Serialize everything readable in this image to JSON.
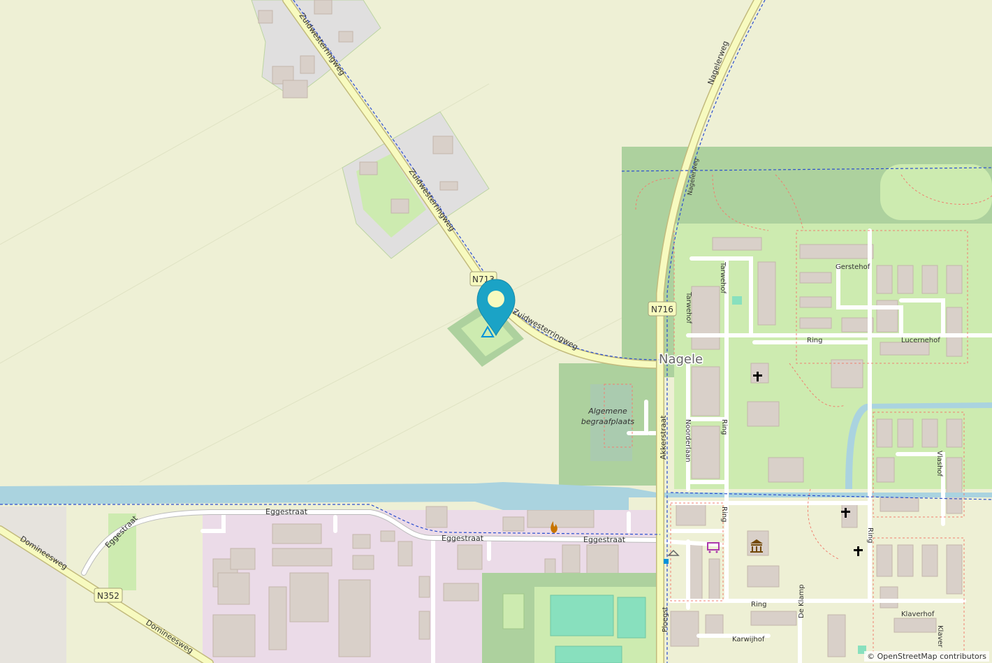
{
  "map": {
    "place_name": "Nagele",
    "roads": {
      "zuidwesterringweg": "Zuidwesterringweg",
      "nagelerweg": "Nagelerweg",
      "eggestraat": "Eggestraat",
      "domineesweg": "Domineesweg",
      "akkerstraat": "Akkerstraat",
      "noorderlaan": "Noorderlaan",
      "ring": "Ring",
      "tarwehof": "Tarwehof",
      "gerstehof": "Gerstehof",
      "lucernehof": "Lucernehof",
      "vlashof": "Vlashof",
      "klaverhof": "Klaverhof",
      "karwijhof": "Karwijhof",
      "de_klamp": "De Klamp",
      "ploegstraat": "Ploegst",
      "klaver_partial": "Klaver"
    },
    "route_shields": {
      "n713": "N713",
      "n716": "N716",
      "n352": "N352"
    },
    "poi": {
      "cemetery_line1": "Algemene",
      "cemetery_line2": "begraafplaats",
      "campsite": "campsite-icon"
    },
    "colors": {
      "farmland": "#eef0d5",
      "forest": "#add19e",
      "grass": "#cdebb0",
      "residential": "#e0dfdf",
      "industrial": "#ebdbe8",
      "water": "#aad3df",
      "primary_road": "#fcd6a4",
      "secondary_road": "#f7fabf",
      "marker": "#1ba3c6"
    }
  },
  "attribution": "© OpenStreetMap contributors"
}
